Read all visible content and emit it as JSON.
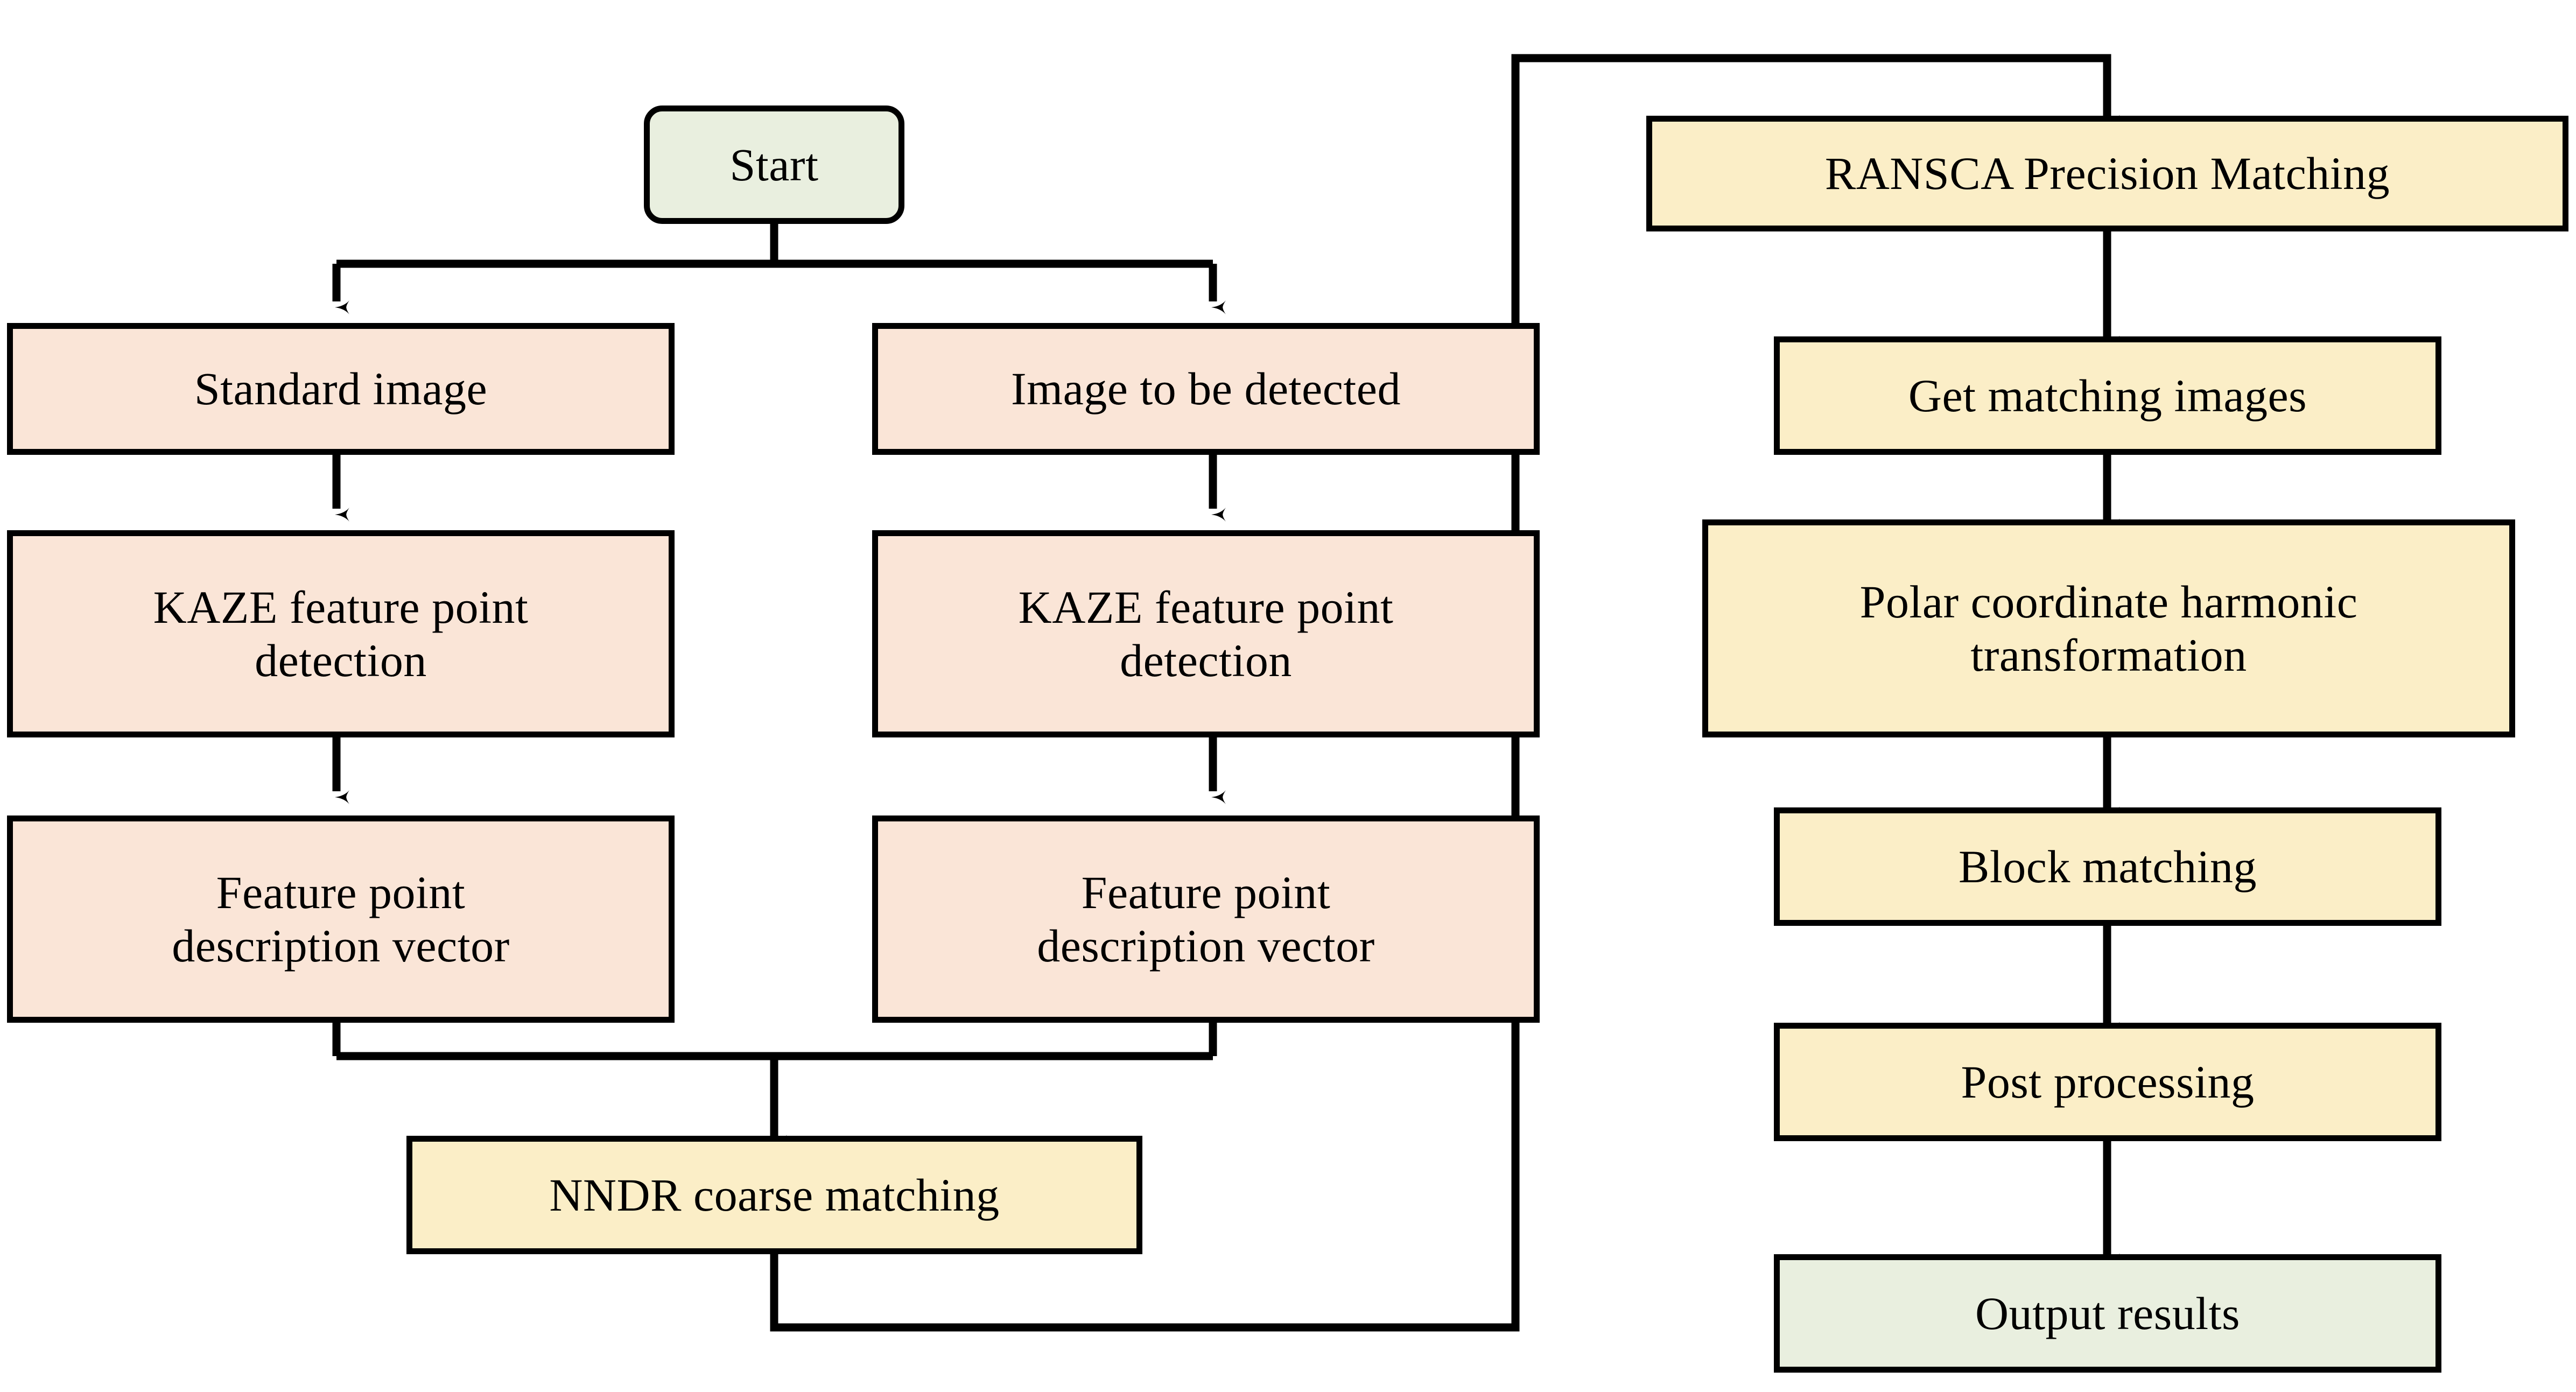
{
  "diagram": {
    "title": "KAZE feature matching pipeline flowchart",
    "type": "flowchart",
    "palette": {
      "start_end_fill": "#e9efdf",
      "input_stage_fill": "#fae5d7",
      "process_stage_fill": "#fbeec7",
      "stroke": "#000000",
      "background": "#ffffff"
    },
    "nodes": {
      "start": {
        "label": "Start",
        "shape": "rounded-rectangle",
        "fill": "#e9efdf"
      },
      "standard_image": {
        "label": "Standard image",
        "shape": "rectangle",
        "fill": "#fae5d7"
      },
      "image_to_be_detected": {
        "label": "Image to be detected",
        "shape": "rectangle",
        "fill": "#fae5d7"
      },
      "kaze_left": {
        "label": "KAZE feature point\ndetection",
        "shape": "rectangle",
        "fill": "#fae5d7"
      },
      "kaze_right": {
        "label": "KAZE feature point\ndetection",
        "shape": "rectangle",
        "fill": "#fae5d7"
      },
      "descriptor_left": {
        "label": "Feature point\ndescription vector",
        "shape": "rectangle",
        "fill": "#fae5d7"
      },
      "descriptor_right": {
        "label": "Feature point\ndescription vector",
        "shape": "rectangle",
        "fill": "#fae5d7"
      },
      "nndr": {
        "label": "NNDR coarse matching",
        "shape": "rectangle",
        "fill": "#fbeec7"
      },
      "ransca": {
        "label": "RANSCA Precision Matching",
        "shape": "rectangle",
        "fill": "#fbeec7"
      },
      "get_matching_images": {
        "label": "Get matching images",
        "shape": "rectangle",
        "fill": "#fbeec7"
      },
      "polar_transform": {
        "label": "Polar coordinate harmonic\ntransformation",
        "shape": "rectangle",
        "fill": "#fbeec7"
      },
      "block_matching": {
        "label": "Block matching",
        "shape": "rectangle",
        "fill": "#fbeec7"
      },
      "post_processing": {
        "label": "Post processing",
        "shape": "rectangle",
        "fill": "#fbeec7"
      },
      "output_results": {
        "label": "Output results",
        "shape": "rectangle",
        "fill": "#e9efdf"
      }
    },
    "edges": [
      {
        "from": "start",
        "to": "standard_image",
        "style": "split-down-left",
        "arrow": true
      },
      {
        "from": "start",
        "to": "image_to_be_detected",
        "style": "split-down-right",
        "arrow": true
      },
      {
        "from": "standard_image",
        "to": "kaze_left",
        "style": "straight-down",
        "arrow": true
      },
      {
        "from": "image_to_be_detected",
        "to": "kaze_right",
        "style": "straight-down",
        "arrow": true
      },
      {
        "from": "kaze_left",
        "to": "descriptor_left",
        "style": "straight-down",
        "arrow": true
      },
      {
        "from": "kaze_right",
        "to": "descriptor_right",
        "style": "straight-down",
        "arrow": true
      },
      {
        "from": "descriptor_left",
        "to": "nndr",
        "style": "merge-down",
        "arrow": true
      },
      {
        "from": "descriptor_right",
        "to": "nndr",
        "style": "merge-down",
        "arrow": true
      },
      {
        "from": "nndr",
        "to": "ransca",
        "style": "down-right-up-right-down",
        "arrow": true
      },
      {
        "from": "ransca",
        "to": "get_matching_images",
        "style": "straight-down",
        "arrow": true
      },
      {
        "from": "get_matching_images",
        "to": "polar_transform",
        "style": "straight-down",
        "arrow": true
      },
      {
        "from": "polar_transform",
        "to": "block_matching",
        "style": "straight-down",
        "arrow": true
      },
      {
        "from": "block_matching",
        "to": "post_processing",
        "style": "straight-down",
        "arrow": true
      },
      {
        "from": "post_processing",
        "to": "output_results",
        "style": "straight-down",
        "arrow": true
      }
    ]
  }
}
